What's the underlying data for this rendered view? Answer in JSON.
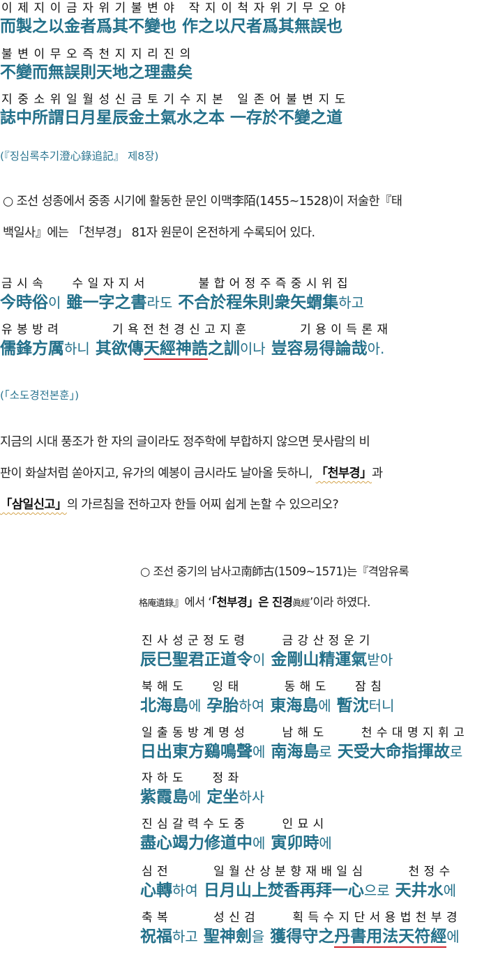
{
  "passage1": {
    "lines": [
      {
        "reading": "이제지이금자위기불변야 작지이척자위기무오야",
        "hanja": "而製之以金者爲其不變也 作之以尺者爲其無誤也"
      },
      {
        "reading": "불변이무오즉천지지리진의",
        "hanja": "不變而無誤則天地之理盡矣"
      },
      {
        "reading": "지중소위일월성신금토기수지본 일존어불변지도",
        "hanja": "誌中所謂日月星辰金土氣水之本 一存於不變之道"
      }
    ],
    "source": "(『징심록추기澄心錄追記』 제8장)"
  },
  "paragraph1": {
    "line1": "○ 조선 성종에서 중종 시기에 활동한 문인 이맥李陌(1455~1528)이 저술한『태",
    "line2": "백일사』에는 「천부경」 81자 원문이 온전하게 수록되어 있다."
  },
  "passage2": {
    "line1_reading": "금시속   수일자지서      불합어정주즉중시위집",
    "line1_parts": [
      {
        "h": "今時俗",
        "k": "이"
      },
      {
        "sp": " "
      },
      {
        "h": "雖一字之書",
        "k": "라도"
      },
      {
        "sp": " "
      },
      {
        "h": "不合於程朱則衆矢蝟集",
        "k": "하고"
      }
    ],
    "line2_reading": "유봉방려      기욕전천경신고지훈      기용이득론재",
    "line2": {
      "a_h": "儒鋒方厲",
      "a_k": "하니",
      "b_h1": "其欲傳",
      "b_ul": "天經神誥",
      "b_h2": "之訓",
      "b_k": "이나",
      "c_h": "豈容易得論哉",
      "c_k": "아."
    },
    "source": "(「소도경전본훈」)"
  },
  "paragraph2": {
    "line1": "지금의 시대 풍조가 한 자의 글이라도 정주학에 부합하지 않으면 뭇사람의 비",
    "line2_pre": "판이 화살처럼 쏟아지고, 유가의 예봉이 금시라도 날아올 듯하니, ",
    "line2_em": "「천부경」",
    "line2_post": "과",
    "line3_em": "「삼일신고」",
    "line3_post": "의 가르침을 전하고자 한들 어찌 쉽게 논할 수 있으리오?"
  },
  "paragraph3": {
    "line1": "○ 조선 중기의 남사고南師古(1509~1571)는『격암유록",
    "line2_han": "格庵遺錄",
    "line2_a": "』에서 ‘",
    "line2_bold": "「천부경」은 진경",
    "line2_han2": "眞經",
    "line2_b": "’이라 하였다."
  },
  "passage3": {
    "lines": [
      {
        "reading": "진사성군정도령    금강산정운기",
        "parts": [
          {
            "h": "辰巳聖君正道令",
            "k": "이"
          },
          {
            "sp": " "
          },
          {
            "h": "金剛山精運氣",
            "k": "받아"
          }
        ]
      },
      {
        "reading": "북해도   잉태     동해도   잠침",
        "parts": [
          {
            "h": "北海島",
            "k": "에"
          },
          {
            "sp": " "
          },
          {
            "h": "孕胎",
            "k": "하여"
          },
          {
            "sp": " "
          },
          {
            "h": "東海島",
            "k": "에"
          },
          {
            "sp": " "
          },
          {
            "h": "暫沈",
            "k": "터니"
          }
        ]
      },
      {
        "reading": "일출동방계명성    남해도    천수대명지휘고",
        "parts": [
          {
            "h": "日出東方鷄鳴聲",
            "k": "에"
          },
          {
            "sp": " "
          },
          {
            "h": "南海島",
            "k": "로"
          },
          {
            "sp": " "
          },
          {
            "h": "天受大命指揮故",
            "k": "로"
          }
        ]
      },
      {
        "reading": "자하도   정좌",
        "parts": [
          {
            "h": "紫霞島",
            "k": "에"
          },
          {
            "sp": " "
          },
          {
            "h": "定坐",
            "k": "하사"
          }
        ]
      },
      {
        "reading": "진심갈력수도중    인묘시",
        "parts": [
          {
            "h": "盡心竭力修道中",
            "k": "에"
          },
          {
            "sp": " "
          },
          {
            "h": "寅卯時",
            "k": "에"
          }
        ]
      },
      {
        "reading": "심전     일월산상분향재배일심     천정수",
        "parts": [
          {
            "h": "心轉",
            "k": "하여"
          },
          {
            "sp": " "
          },
          {
            "h": "日月山上焚香再拜一心",
            "k": "으로"
          },
          {
            "sp": " "
          },
          {
            "h": "天井水",
            "k": "에"
          }
        ]
      }
    ],
    "last": {
      "reading": "축복     성신검    획득수지단서용법천부경",
      "a_h": "祝福",
      "a_k": "하고",
      "b_h": "聖神劍",
      "b_k": "을",
      "c_h": "獲得守之",
      "c_ul": "丹書用法天符經",
      "c_k": "에"
    }
  },
  "colors": {
    "hanja": "#23708a",
    "underline_red": "#d0222b",
    "wavy_gold": "#d4a34a"
  }
}
